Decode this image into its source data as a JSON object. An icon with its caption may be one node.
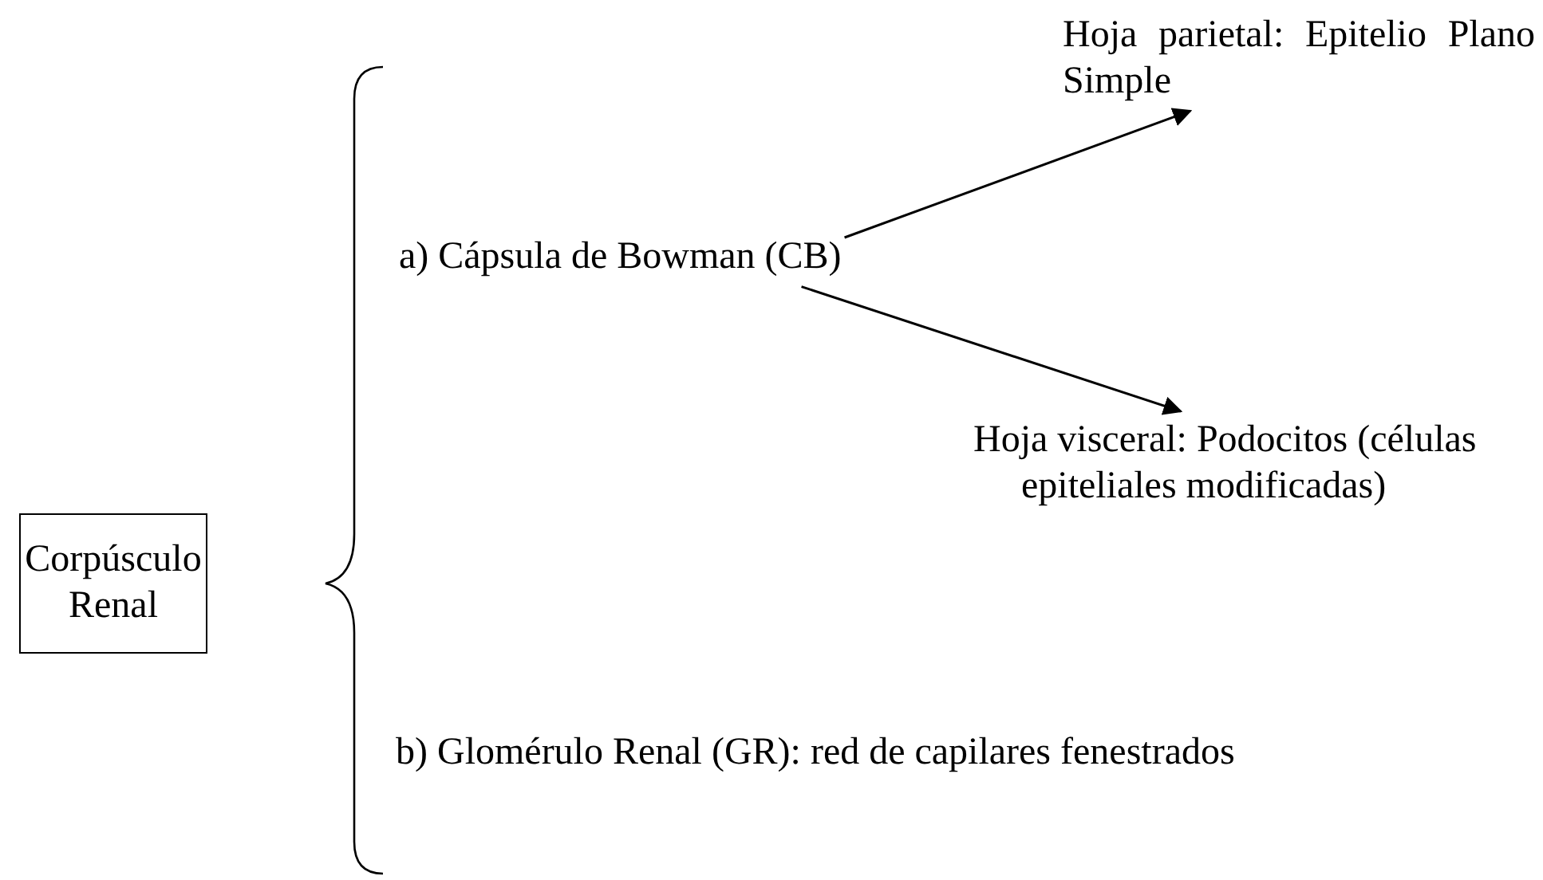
{
  "diagram": {
    "nodes": [
      {
        "text": [
          "Corpúsculo Renal"
        ]
      },
      {
        "text": [
          "a) Cápsula de Bowman (CB)"
        ]
      },
      {
        "text": [
          "Hoja parietal: Epitelio Plano Simple"
        ]
      },
      {
        "text": [
          "Hoja visceral: Podocitos (células epiteliales modificadas)"
        ]
      },
      {
        "text": [
          "b) Glomérulo Renal (GR): red de capilares fenestrados"
        ]
      }
    ],
    "edges": [
      {
        "from": 1,
        "to": 2,
        "arrow": "to"
      },
      {
        "from": 1,
        "to": 3,
        "arrow": "to"
      }
    ]
  }
}
